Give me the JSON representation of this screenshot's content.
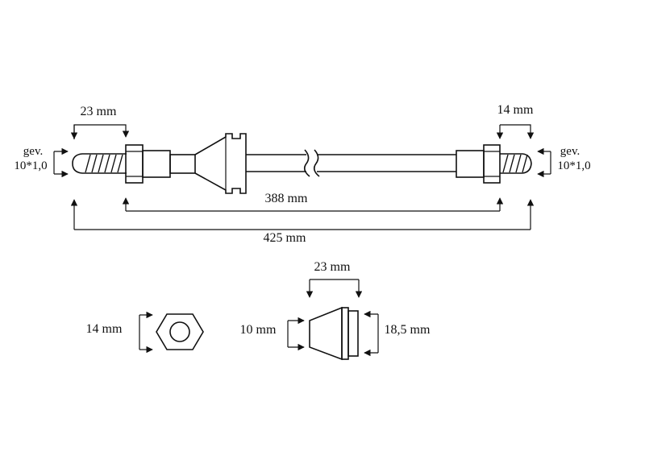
{
  "labels": {
    "top_left_dim": "23 mm",
    "top_right_dim": "14 mm",
    "left_thread_line1": "gev.",
    "left_thread_line2": "10*1,0",
    "right_thread_line1": "gev.",
    "right_thread_line2": "10*1,0",
    "inner_length": "388 mm",
    "overall_length": "425 mm",
    "nut_size": "14 mm",
    "cone_width": "23 mm",
    "cone_small_dia": "10 mm",
    "cone_large_dia": "18,5 mm"
  }
}
